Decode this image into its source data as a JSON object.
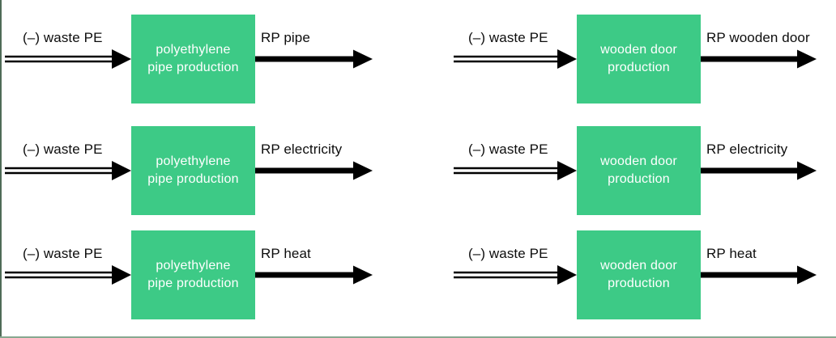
{
  "colors": {
    "process_box": "#3dca86",
    "box_text": "#ffffff",
    "label_text": "#0d0d0d",
    "arrow": "#000000",
    "left_edge_line": "#4f6b57",
    "bottom_edge_line": "#87a890"
  },
  "panels": [
    {
      "input_label": "(–) waste PE",
      "process_line1": "polyethylene",
      "process_line2": "pipe production",
      "output_label": "RP pipe"
    },
    {
      "input_label": "(–) waste PE",
      "process_line1": "wooden door",
      "process_line2": "production",
      "output_label": "RP wooden door"
    },
    {
      "input_label": "(–) waste PE",
      "process_line1": "polyethylene",
      "process_line2": "pipe production",
      "output_label": "RP electricity"
    },
    {
      "input_label": "(–) waste PE",
      "process_line1": "wooden door",
      "process_line2": "production",
      "output_label": "RP electricity"
    },
    {
      "input_label": "(–) waste PE",
      "process_line1": "polyethylene",
      "process_line2": "pipe production",
      "output_label": "RP heat"
    },
    {
      "input_label": "(–) waste PE",
      "process_line1": "wooden door",
      "process_line2": "production",
      "output_label": "RP heat"
    }
  ]
}
